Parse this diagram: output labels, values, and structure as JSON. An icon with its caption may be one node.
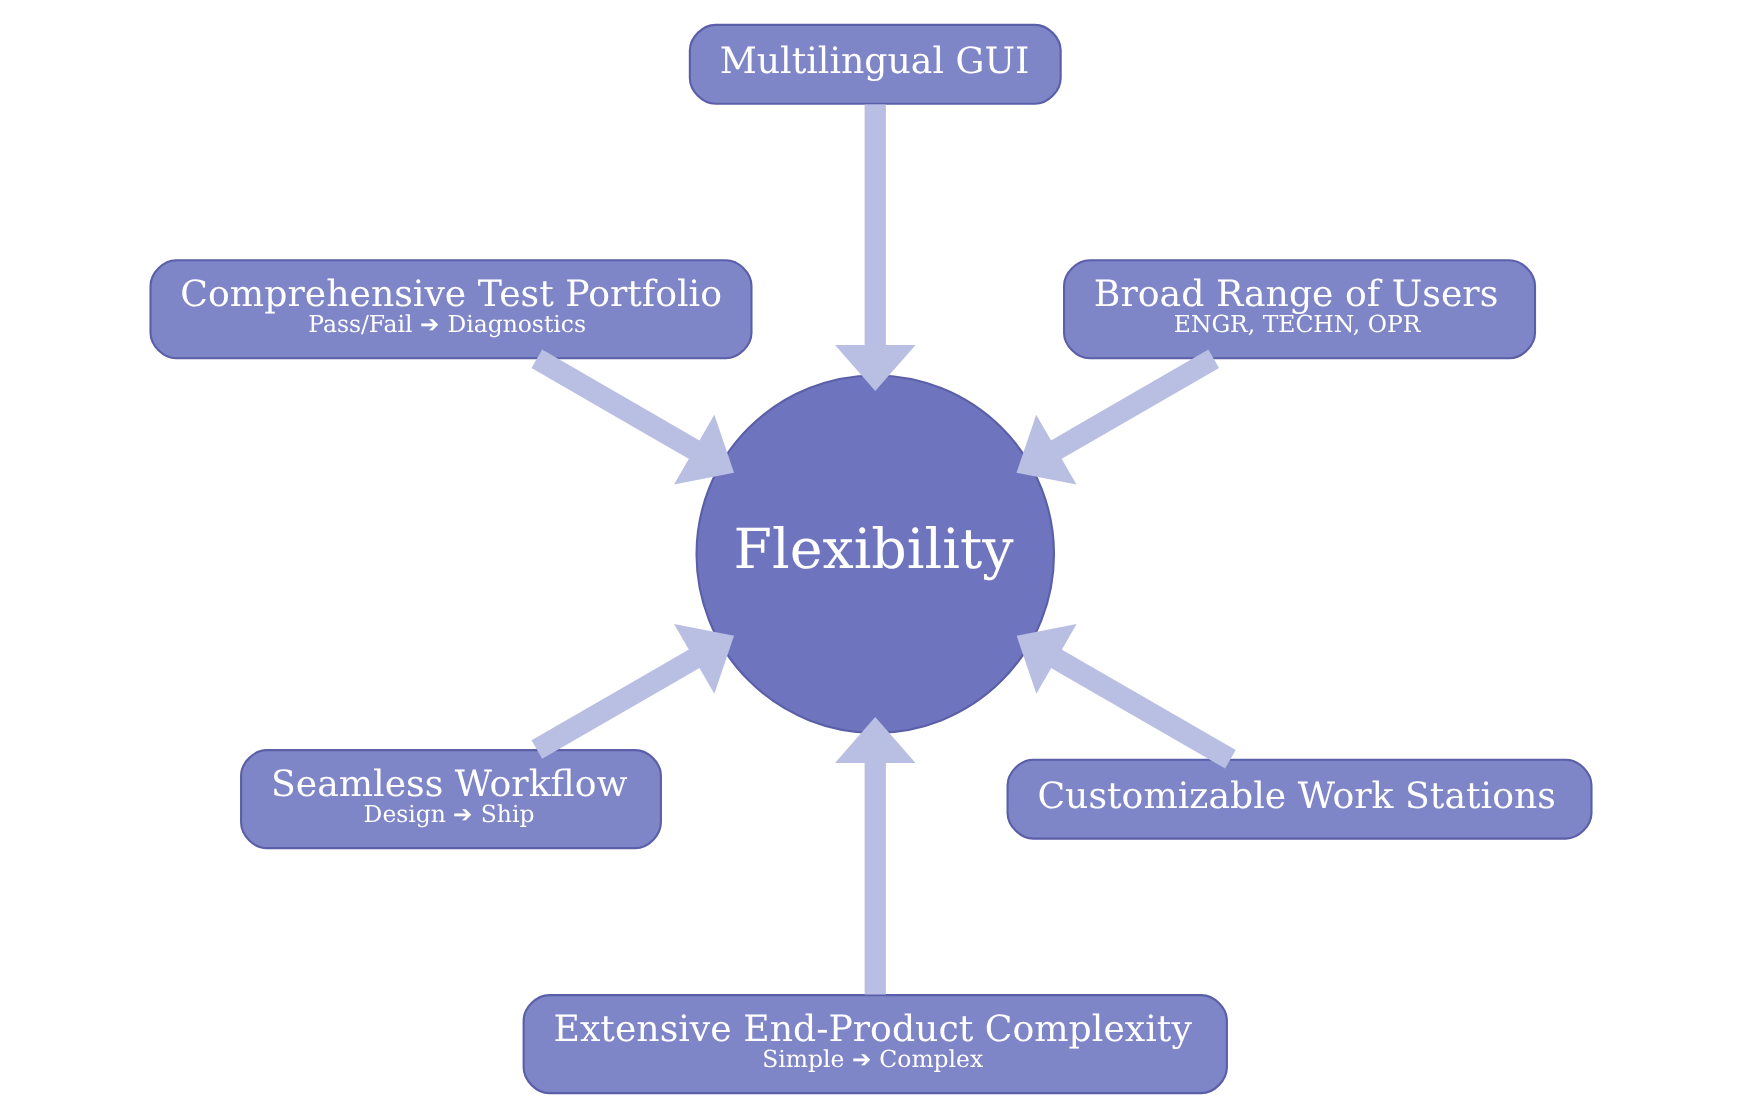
{
  "diagram": {
    "nodes": [
      {
        "text": [
          "Broad Range of Users",
          "ENGR, TECHN, OPR"
        ]
      },
      {
        "text": [
          "Multilingual GUI"
        ]
      },
      {
        "text": [
          "Comprehensive Test Portfolio",
          "Pass/Fail ➔ Diagnostics"
        ]
      },
      {
        "text": [
          "Seamless Workflow",
          "Design ➔ Ship"
        ]
      },
      {
        "text": [
          "Extensive End-Product Complexity",
          "Simple ➔ Complex"
        ]
      },
      {
        "text": [
          "Flexibility"
        ]
      },
      {
        "text": [
          "Customizable Work Stations"
        ]
      }
    ],
    "edges": [
      {
        "from": 0,
        "to": 5,
        "arrow": "to"
      },
      {
        "from": 1,
        "to": 5,
        "arrow": "to"
      },
      {
        "from": 2,
        "to": 5,
        "arrow": "to"
      },
      {
        "from": 3,
        "to": 5,
        "arrow": "to"
      },
      {
        "from": 4,
        "to": 5,
        "arrow": "to"
      },
      {
        "from": 6,
        "to": 5,
        "arrow": "to"
      }
    ]
  }
}
